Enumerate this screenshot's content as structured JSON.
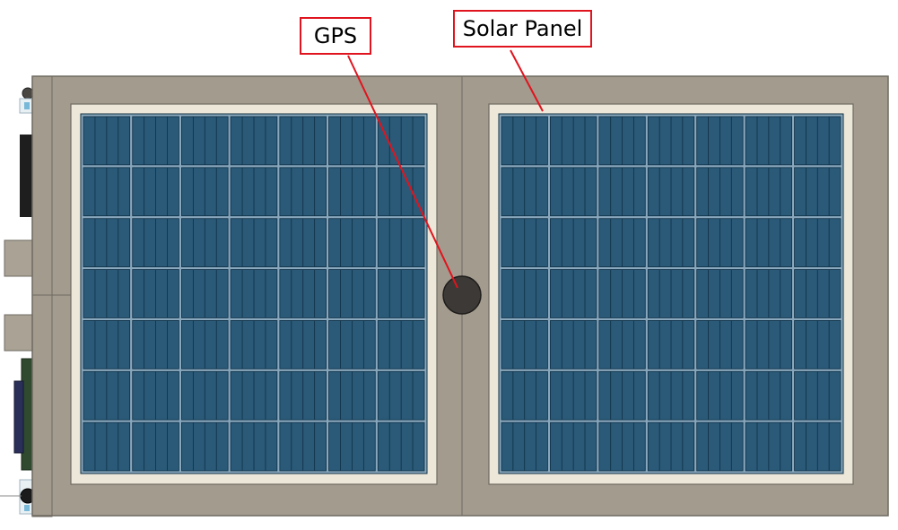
{
  "callouts": {
    "gps": "GPS",
    "solar_panel": "Solar Panel"
  },
  "colors": {
    "chassis": "#a39b8e",
    "chassis_edge": "#6f6a61",
    "frame": "#ece7d8",
    "cell": "#2a5a78",
    "cell_border": "#0f2f44",
    "cell_gap": "#8aa8bd",
    "gps_antenna": "#3c3936",
    "leader_line": "#e0141e",
    "side_strip": "#948d80"
  },
  "solar_panel_layout": {
    "panels": 2,
    "rows": 7,
    "cell_columns": 7,
    "strips_per_cell": 4
  }
}
